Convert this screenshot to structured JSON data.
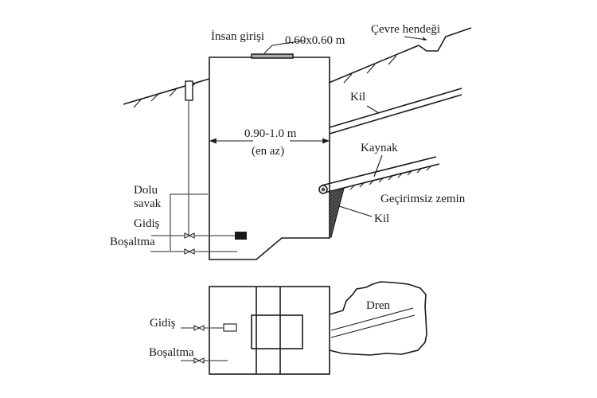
{
  "diagram": {
    "title": "Kaynak kaptaj yapısı kesit ve plan",
    "section_view": {
      "labels": {
        "manhole": "İnsan girişi",
        "manhole_size": "0.60x0.60 m",
        "perimeter_ditch": "Çevre hendeği",
        "clay_upper": "Kil",
        "width_dim": "0.90-1.0 m",
        "width_dim_note": "(en az)",
        "spring": "Kaynak",
        "impermeable_ground": "Geçirimsiz zemin",
        "clay_lower": "Kil",
        "overflow_line1": "Dolu",
        "overflow_line2": "savak",
        "supply": "Gidiş",
        "drain": "Boşaltma"
      }
    },
    "plan_view": {
      "labels": {
        "supply": "Gidiş",
        "drain": "Boşaltma",
        "drain_area": "Dren"
      }
    },
    "colors": {
      "line": "#1a1a1a",
      "background": "#ffffff",
      "hatch": "#333333"
    }
  }
}
